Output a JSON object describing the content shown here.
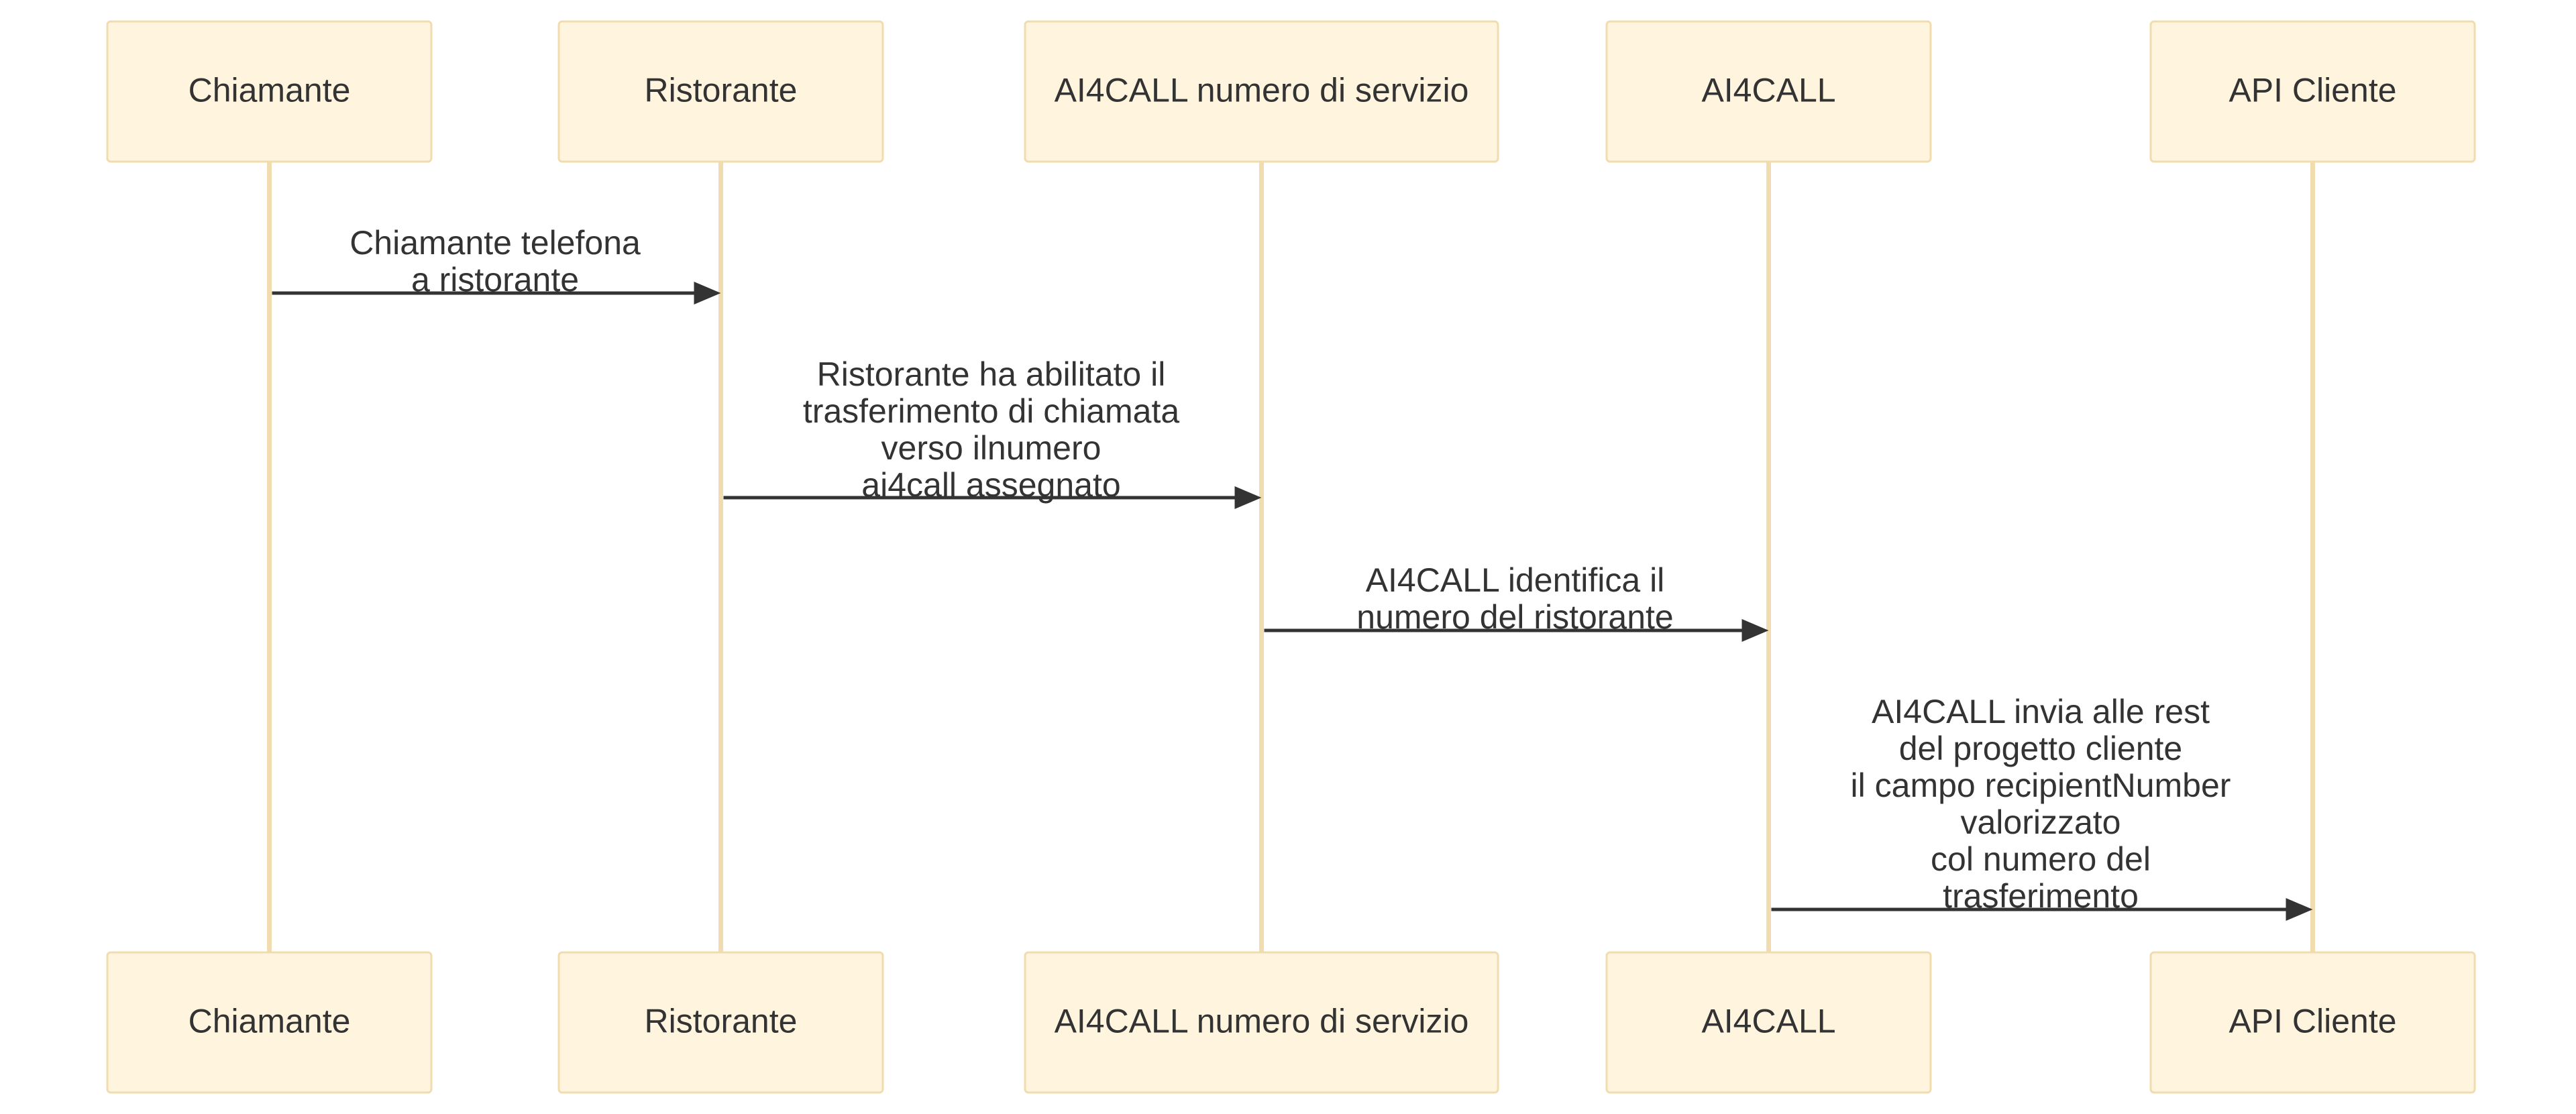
{
  "actors": [
    {
      "id": "chiamante",
      "label": "Chiamante"
    },
    {
      "id": "ristorante",
      "label": "Ristorante"
    },
    {
      "id": "ai4call-numero",
      "label": "AI4CALL numero di servizio"
    },
    {
      "id": "ai4call",
      "label": "AI4CALL"
    },
    {
      "id": "api-cliente",
      "label": "API Cliente"
    }
  ],
  "messages": [
    {
      "from": 0,
      "to": 1,
      "lines": [
        "Chiamante telefona",
        "a ristorante"
      ]
    },
    {
      "from": 1,
      "to": 2,
      "lines": [
        "Ristorante ha abilitato il",
        "trasferimento di chiamata",
        "verso ilnumero",
        "ai4call assegnato"
      ]
    },
    {
      "from": 2,
      "to": 3,
      "lines": [
        "AI4CALL identifica il",
        "numero del ristorante"
      ]
    },
    {
      "from": 3,
      "to": 4,
      "lines": [
        "AI4CALL invia alle rest",
        "del progetto cliente",
        "il campo recipientNumber",
        "valorizzato",
        "col numero del",
        "trasferimento"
      ]
    }
  ],
  "colors": {
    "actor_fill": "#fff4dd",
    "actor_border": "#f0dcae",
    "lifeline": "#f0dcae",
    "arrow": "#333333",
    "text": "#333333"
  }
}
